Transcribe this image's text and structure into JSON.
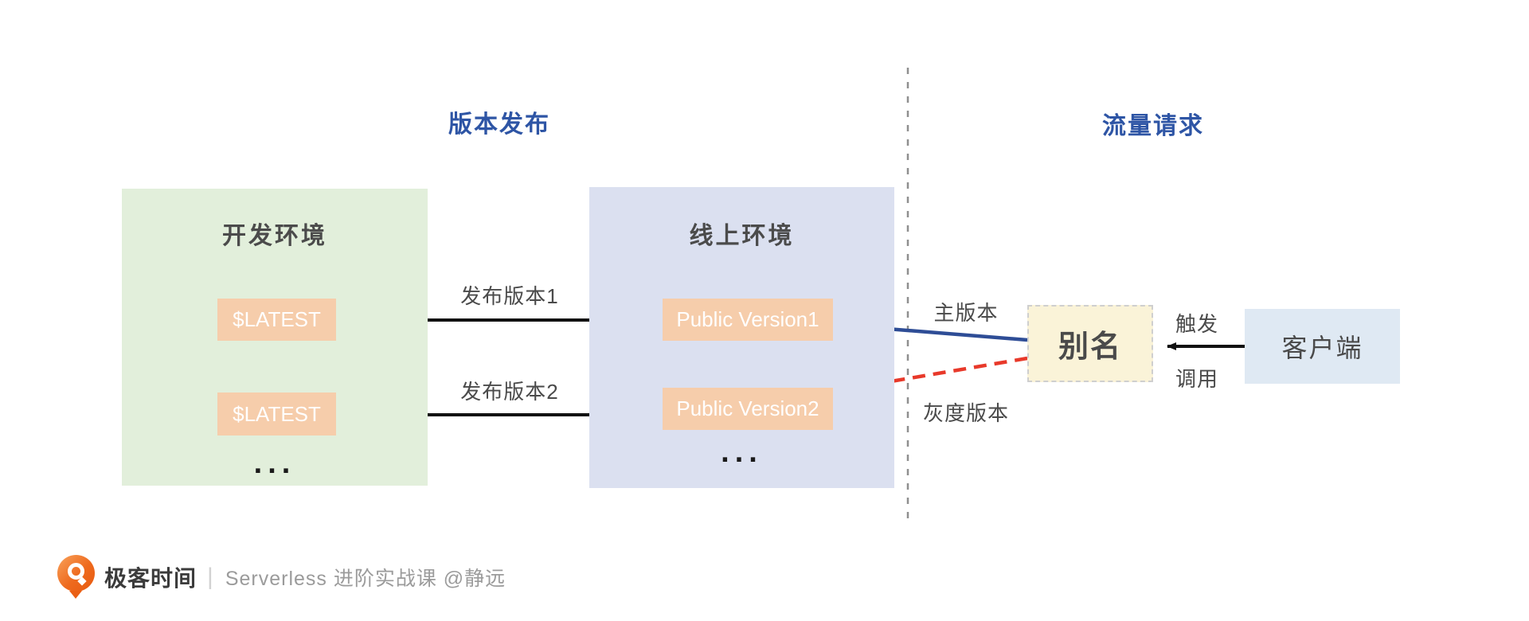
{
  "titles": {
    "left_section": "版本发布",
    "right_section": "流量请求"
  },
  "dev_env": {
    "title": "开发环境",
    "versions": [
      "$LATEST",
      "$LATEST"
    ],
    "ellipsis": "..."
  },
  "online_env": {
    "title": "线上环境",
    "versions": [
      "Public Version1",
      "Public Version2"
    ],
    "ellipsis": "..."
  },
  "edges": {
    "publish1": "发布版本1",
    "publish2": "发布版本2",
    "main_version": "主版本",
    "gray_version": "灰度版本",
    "trigger": "触发",
    "invoke": "调用"
  },
  "alias": {
    "label": "别名"
  },
  "client": {
    "label": "客户端"
  },
  "footer": {
    "brand": "极客时间",
    "separator": "|",
    "course": "Serverless 进阶实战课 @静远"
  },
  "colors": {
    "section_title_blue": "#2e55a5",
    "dev_env_bg": "#e2efdb",
    "online_env_bg": "#dbe0f0",
    "version_chip_bg": "#f6cdab",
    "alias_bg": "#faf3d8",
    "alias_border": "#cfcfcf",
    "client_bg": "#dfe9f3",
    "arrow_black": "#111111",
    "arrow_blue": "#2e4d96",
    "arrow_red": "#e8392a",
    "divider_gray": "#8f8f8f",
    "text_dark": "#4a4a4a",
    "footer_gray": "#9b9b9b",
    "logo_orange": "#ee6a1e"
  }
}
